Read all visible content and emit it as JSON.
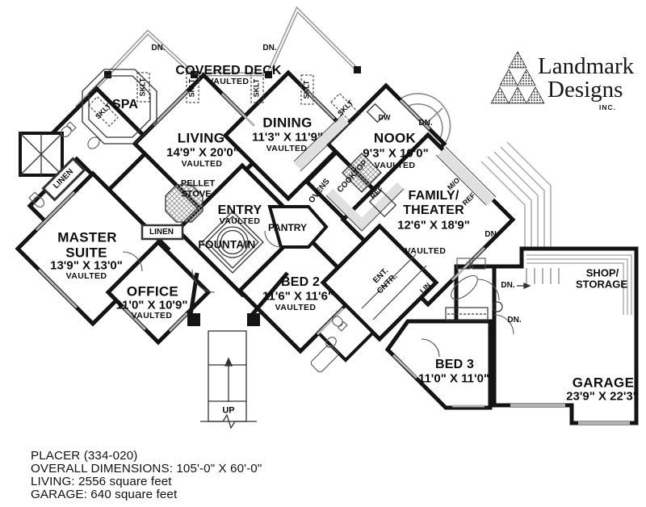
{
  "logo": {
    "title_line1": "Landmark",
    "title_line2": "Designs",
    "suffix": "INC."
  },
  "rooms": {
    "covered_deck": {
      "label": "COVERED DECK",
      "sub": "VAULTED"
    },
    "spa": {
      "label": "SPA"
    },
    "living": {
      "label": "LIVING",
      "dims": "14'9\" X 20'0\"",
      "sub": "VAULTED"
    },
    "dining": {
      "label": "DINING",
      "dims": "11'3\" X 11'9\"",
      "sub": "VAULTED"
    },
    "nook": {
      "label": "NOOK",
      "dims": "9'3\" X 10'0\"",
      "sub": "VAULTED"
    },
    "family": {
      "label_line1": "FAMILY/",
      "label_line2": "THEATER",
      "dims": "12'6\" X 18'9\"",
      "sub": "VAULTED"
    },
    "master": {
      "label_line1": "MASTER",
      "label_line2": "SUITE",
      "dims": "13'9\" X 13'0\"",
      "sub": "VAULTED"
    },
    "office": {
      "label": "OFFICE",
      "dims": "11'0\" X 10'9\"",
      "sub": "VAULTED"
    },
    "entry": {
      "label": "ENTRY",
      "sub": "VAULTED"
    },
    "fountain": {
      "label": "FOUNTAIN"
    },
    "pantry": {
      "label": "PANTRY"
    },
    "bed2": {
      "label": "BED 2",
      "dims": "11'6\" X 11'6\"",
      "sub": "VAULTED"
    },
    "bed3": {
      "label": "BED 3",
      "dims": "11'0\" X 11'0\""
    },
    "shop": {
      "label_line1": "SHOP/",
      "label_line2": "STORAGE"
    },
    "garage": {
      "label": "GARAGE",
      "dims": "23'9\" X 22'3\""
    }
  },
  "annotations": {
    "pellet_line1": "PELLET",
    "pellet_line2": "STOVE",
    "ovens": "OVENS",
    "cooktop": "COOKTOP",
    "ref": "REF",
    "dw": "DW",
    "mo": "M/O",
    "linen": "LINEN",
    "lin": "LIN",
    "ent_cntr_line1": "ENT.",
    "ent_cntr_line2": "CNTR.",
    "sklt": "SKLT",
    "dn": "DN.",
    "up": "UP"
  },
  "footer": {
    "plan_name": "PLACER (334-020)",
    "overall_dimensions": "OVERALL DIMENSIONS: 105'-0\" X 60'-0\"",
    "living_area": "LIVING: 2556 square feet",
    "garage_area": "GARAGE: 640 square feet"
  },
  "colors": {
    "wall": "#141414",
    "window": "#b3b3b3",
    "ink": "#111111"
  }
}
